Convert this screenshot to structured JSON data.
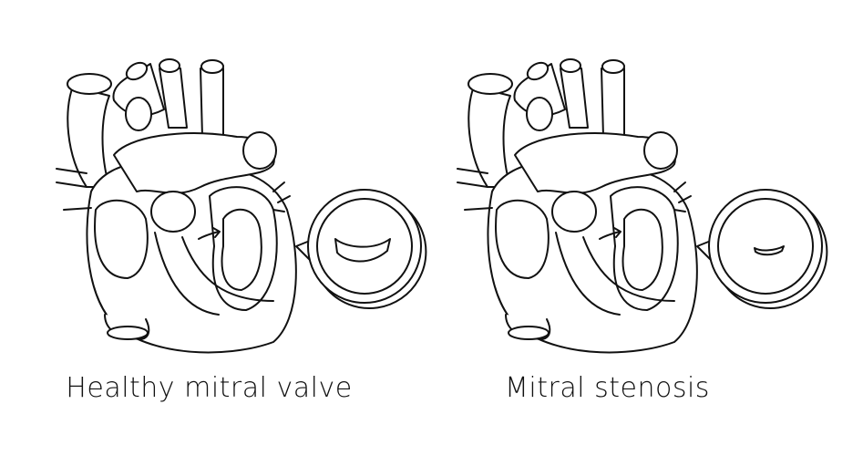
{
  "panels": [
    {
      "id": "healthy",
      "caption": "Healthy mitral valve",
      "valve_state": "open-wide"
    },
    {
      "id": "stenosis",
      "caption": "Mitral stenosis",
      "valve_state": "narrowed"
    }
  ],
  "colors": {
    "ink": "#111111",
    "background": "#ffffff"
  },
  "icons": [
    "heart-illustration-icon",
    "valve-zoom-bubble-icon",
    "blood-flow-arrow-icon"
  ]
}
